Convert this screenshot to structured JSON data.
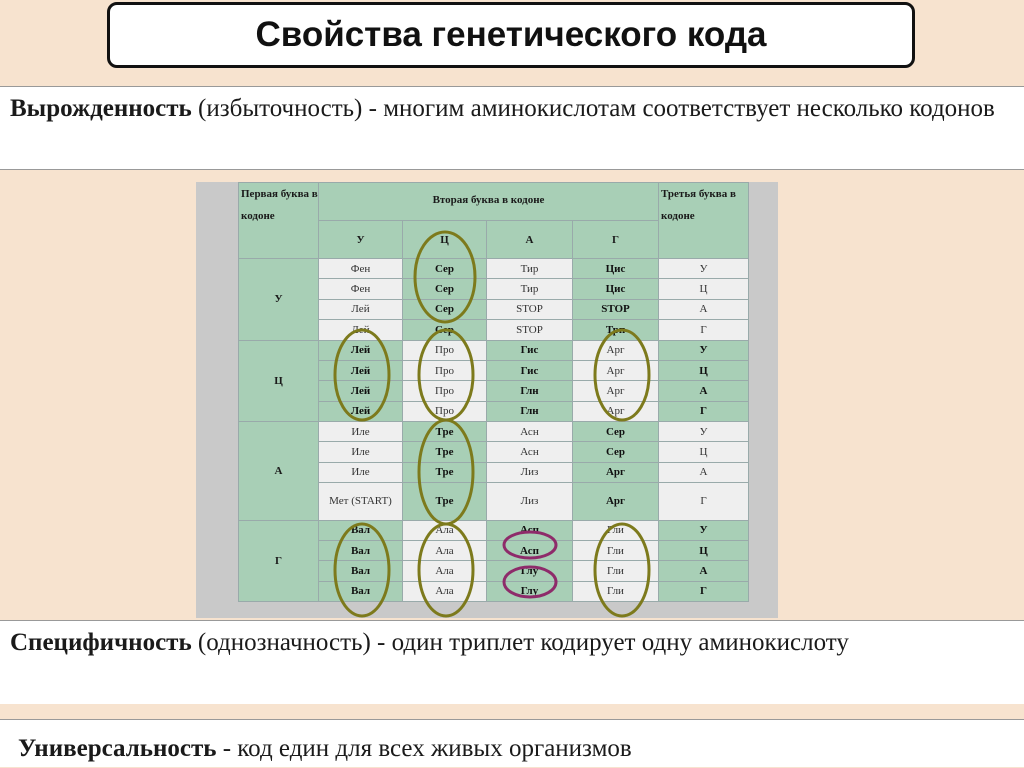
{
  "title": "Свойства генетического кода",
  "degeneracy": {
    "term": "Вырожденность",
    "desc": "(избыточность) - многим аминокислотам соответствует несколько кодонов"
  },
  "specificity": {
    "term": "Специфичность",
    "desc": "(однозначность) - один триплет кодирует одну аминокислоту"
  },
  "universality": {
    "term": "Универсальность",
    "desc": " - код един для всех живых организмов"
  },
  "codon_table": {
    "first_letter_header": "Первая буква в кодоне",
    "second_letter_header": "Вторая буква в кодоне",
    "third_letter_header": "Третья буква в кодоне",
    "second_letters": [
      "У",
      "Ц",
      "А",
      "Г"
    ],
    "groups": [
      {
        "letter": "У",
        "rows": [
          {
            "c": [
              "Фен",
              "Сер",
              "Тир",
              "Цис"
            ],
            "t": "У"
          },
          {
            "c": [
              "Фен",
              "Сер",
              "Тир",
              "Цис"
            ],
            "t": "Ц"
          },
          {
            "c": [
              "Лей",
              "Сер",
              "STOP",
              "STOP"
            ],
            "t": "А"
          },
          {
            "c": [
              "Лей",
              "Сер",
              "STOP",
              "Трп"
            ],
            "t": "Г"
          }
        ]
      },
      {
        "letter": "Ц",
        "rows": [
          {
            "c": [
              "Лей",
              "Про",
              "Гис",
              "Арг"
            ],
            "t": "У"
          },
          {
            "c": [
              "Лей",
              "Про",
              "Гис",
              "Арг"
            ],
            "t": "Ц"
          },
          {
            "c": [
              "Лей",
              "Про",
              "Глн",
              "Арг"
            ],
            "t": "А"
          },
          {
            "c": [
              "Лей",
              "Про",
              "Глн",
              "Арг"
            ],
            "t": "Г"
          }
        ]
      },
      {
        "letter": "А",
        "rows": [
          {
            "c": [
              "Иле",
              "Тре",
              "Асн",
              "Сер"
            ],
            "t": "У"
          },
          {
            "c": [
              "Иле",
              "Тре",
              "Асн",
              "Сер"
            ],
            "t": "Ц"
          },
          {
            "c": [
              "Иле",
              "Тре",
              "Лиз",
              "Арг"
            ],
            "t": "А"
          },
          {
            "c": [
              "Мет (START)",
              "Тре",
              "Лиз",
              "Арг"
            ],
            "t": "Г"
          }
        ]
      },
      {
        "letter": "Г",
        "rows": [
          {
            "c": [
              "Вал",
              "Ала",
              "Асп",
              "Гли"
            ],
            "t": "У"
          },
          {
            "c": [
              "Вал",
              "Ала",
              "Асп",
              "Гли"
            ],
            "t": "Ц"
          },
          {
            "c": [
              "Вал",
              "Ала",
              "Глу",
              "Гли"
            ],
            "t": "А"
          },
          {
            "c": [
              "Вал",
              "Ала",
              "Глу",
              "Гли"
            ],
            "t": "Г"
          }
        ]
      }
    ]
  },
  "colors": {
    "table_green": "#a8cfb6",
    "oval_olive": "#7d7a1c",
    "oval_purple": "#8e2b6a"
  }
}
